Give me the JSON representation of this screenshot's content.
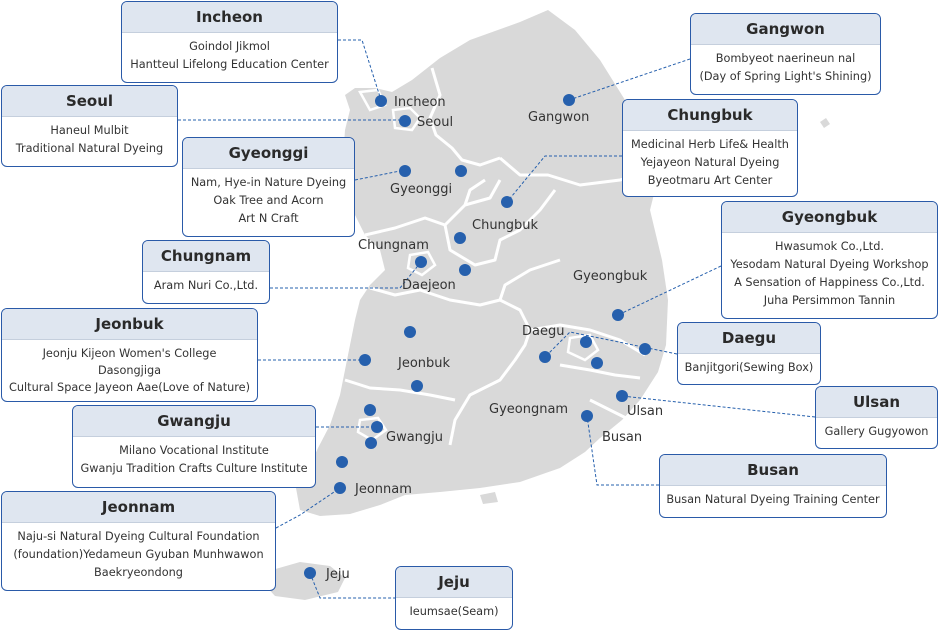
{
  "colors": {
    "land": "#d9d9d9",
    "border": "#ffffff",
    "dot": "#2660ad",
    "box_border": "#2a5aa8",
    "box_header": "#dfe6f0",
    "leader": "#2660ad"
  },
  "map_labels": {
    "incheon": "Incheon",
    "seoul": "Seoul",
    "gyeonggi": "Gyeonggi",
    "gangwon": "Gangwon",
    "chungbuk": "Chungbuk",
    "chungnam": "Chungnam",
    "daejeon": "Daejeon",
    "gyeongbuk": "Gyeongbuk",
    "daegu": "Daegu",
    "jeonbuk": "Jeonbuk",
    "ulsan": "Ulsan",
    "gyeongnam": "Gyeongnam",
    "busan": "Busan",
    "gwangju": "Gwangju",
    "jeonnam": "Jeonnam",
    "jeju": "Jeju"
  },
  "boxes": {
    "incheon": {
      "title": "Incheon",
      "lines": [
        "Goindol Jikmol",
        "Hantteul Lifelong Education Center"
      ]
    },
    "seoul": {
      "title": "Seoul",
      "lines": [
        "Haneul Mulbit",
        "Traditional Natural Dyeing"
      ]
    },
    "gyeonggi": {
      "title": "Gyeonggi",
      "lines": [
        "Nam, Hye-in Nature Dyeing",
        "Oak Tree and Acorn",
        "Art N Craft"
      ]
    },
    "chungnam": {
      "title": "Chungnam",
      "lines": [
        "Aram Nuri Co.,Ltd."
      ]
    },
    "jeonbuk": {
      "title": "Jeonbuk",
      "lines": [
        "Jeonju Kijeon Women's College",
        "Dasongjiga",
        "Cultural Space Jayeon Aae(Love of Nature)"
      ]
    },
    "gwangju": {
      "title": "Gwangju",
      "lines": [
        "Milano Vocational Institute",
        "Gwanju Tradition Crafts Culture Institute"
      ]
    },
    "jeonnam": {
      "title": "Jeonnam",
      "lines": [
        "Naju-si Natural Dyeing Cultural Foundation",
        "(foundation)Yedameun Gyuban Munhwawon",
        "Baekryeondong"
      ]
    },
    "jeju": {
      "title": "Jeju",
      "lines": [
        "Ieumsae(Seam)"
      ]
    },
    "gangwon": {
      "title": "Gangwon",
      "lines": [
        "Bombyeot naerineun nal",
        "(Day of Spring Light's  Shining)"
      ]
    },
    "chungbuk": {
      "title": "Chungbuk",
      "lines": [
        "Medicinal Herb Life& Health",
        "Yejayeon Natural Dyeing",
        "Byeotmaru Art Center"
      ]
    },
    "gyeongbuk": {
      "title": "Gyeongbuk",
      "lines": [
        "Hwasumok Co.,Ltd.",
        "Yesodam Natural Dyeing Workshop",
        "A Sensation of Happiness Co.,Ltd.",
        "Juha Persimmon Tannin"
      ]
    },
    "daegu": {
      "title": "Daegu",
      "lines": [
        "Banjitgori(Sewing Box)"
      ]
    },
    "ulsan": {
      "title": "Ulsan",
      "lines": [
        "Gallery Gugyowon"
      ]
    },
    "busan": {
      "title": "Busan",
      "lines": [
        "Busan Natural Dyeing Training Center"
      ]
    }
  }
}
